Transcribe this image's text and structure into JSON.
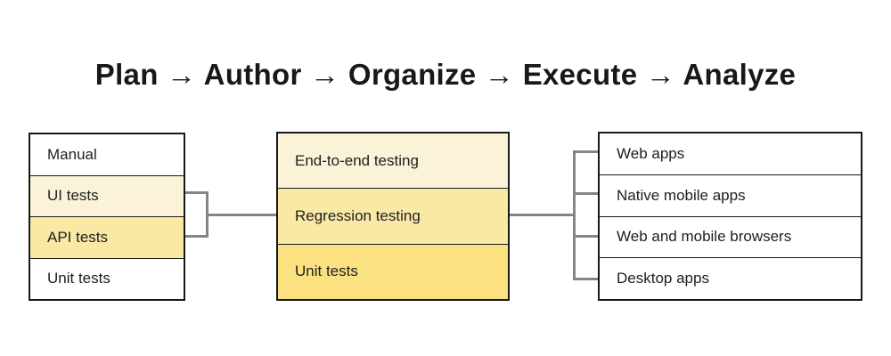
{
  "title": "Plan → Author → Organize → Execute → Analyze",
  "connector": {
    "color": "#858585"
  },
  "colors": {
    "row_white": "#FFFFFF",
    "row_light_yellow": "#FBF3D7",
    "row_medium_yellow": "#FAE9A5",
    "row_dark_yellow": "#FBE180",
    "border": "#17181A",
    "title_text": "#17181A"
  },
  "boxes": {
    "left": {
      "rows": [
        {
          "label": "Manual",
          "bg": "#FFFFFF"
        },
        {
          "label": "UI tests",
          "bg": "#FBF3D7"
        },
        {
          "label": "API tests",
          "bg": "#FAE9A5"
        },
        {
          "label": "Unit tests",
          "bg": "#FFFFFF"
        }
      ]
    },
    "middle": {
      "rows": [
        {
          "label": "End-to-end testing",
          "bg": "#FBF3D7"
        },
        {
          "label": "Regression testing",
          "bg": "#FAE9A5"
        },
        {
          "label": "Unit tests",
          "bg": "#FBE180"
        }
      ]
    },
    "right": {
      "rows": [
        {
          "label": "Web apps",
          "bg": "#FFFFFF"
        },
        {
          "label": "Native mobile apps",
          "bg": "#FFFFFF"
        },
        {
          "label": "Web and mobile browsers",
          "bg": "#FFFFFF"
        },
        {
          "label": "Desktop apps",
          "bg": "#FFFFFF"
        }
      ]
    }
  }
}
